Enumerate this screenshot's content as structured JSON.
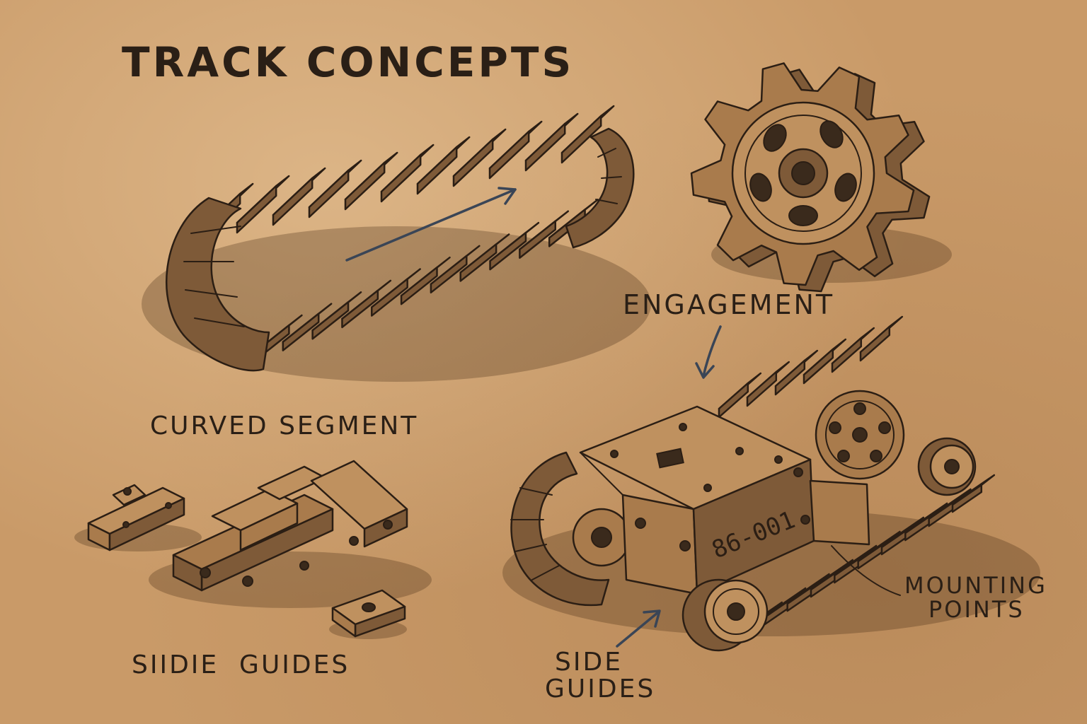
{
  "title": "TRACK CONCEPTS",
  "labels": {
    "engagement": "ENGAGEMENT",
    "curved_segment": "CURVED SEGMENT",
    "slide_guides": "SIIDIE  GUIDES",
    "mounting_points_line1": "MOUNTING",
    "mounting_points_line2": "POINTS",
    "side_guides_line1": "SIDE",
    "side_guides_line2": "GUIDES"
  },
  "chassis_marking": "86-001",
  "colors": {
    "paper": "#c99a68",
    "ink": "#2b1e14",
    "arrow": "#3a4556",
    "wood": "#a97b4c"
  }
}
